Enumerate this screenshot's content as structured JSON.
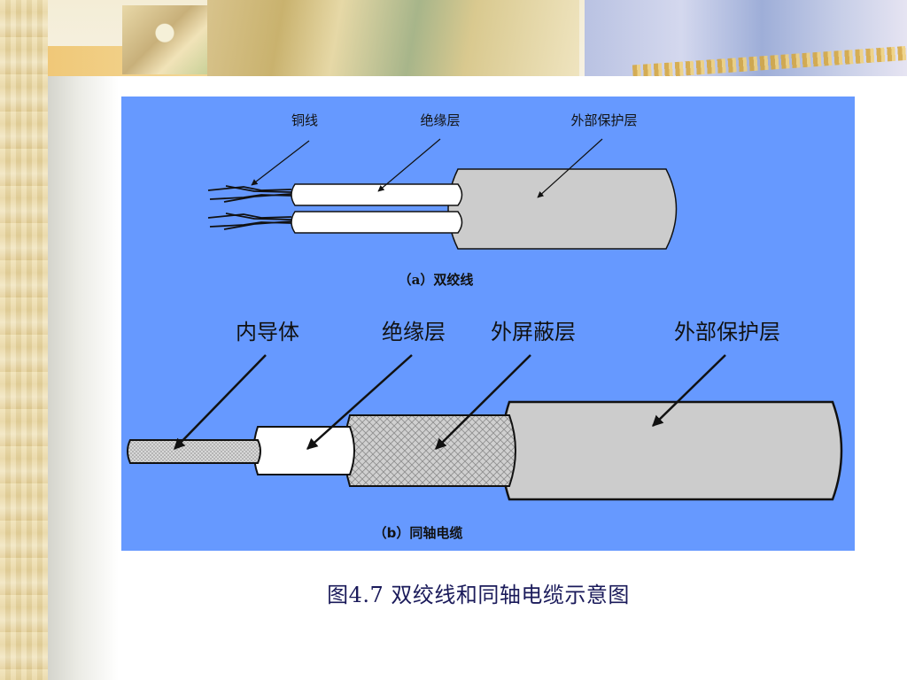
{
  "diagram": {
    "twisted_pair": {
      "labels": {
        "copper_wire": "铜线",
        "insulation": "绝缘层",
        "outer_jacket": "外部保护层"
      },
      "caption": "（a）双绞线"
    },
    "coaxial": {
      "labels": {
        "inner_conductor": "内导体",
        "insulation": "绝缘层",
        "outer_shield": "外屏蔽层",
        "outer_jacket": "外部保护层"
      },
      "caption": "（b）同轴电缆"
    }
  },
  "slide": {
    "caption": "图4.7  双绞线和同轴电缆示意图"
  },
  "colors": {
    "panel_background": "#6699ff",
    "cable_gray": "#c8c8c8",
    "wire_white": "#ffffff"
  }
}
